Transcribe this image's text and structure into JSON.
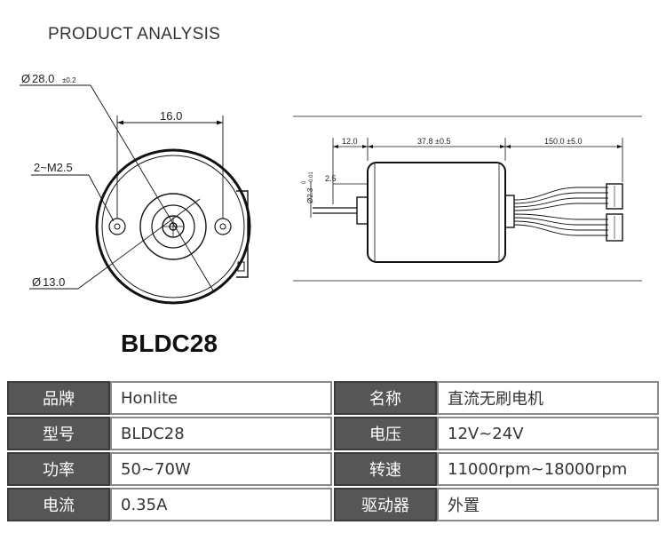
{
  "heading": "PRODUCT ANALYSIS",
  "model_title": "BLDC28",
  "front_view": {
    "dia_outer": "28.0",
    "dia_outer_tol": "±0.2",
    "screw": "2~M2.5",
    "spacing": "16.0",
    "dia_boss": "13.0",
    "dia_symbol": "Ø"
  },
  "side_view": {
    "dim_shaft_len": "12.0",
    "dim_body_len": "37.8 ±0.5",
    "dim_lead_len": "150.0 ±5.0",
    "dim_flange": "2.5",
    "dim_shaft_dia": "Ø2.3",
    "dim_shaft_tol_upper": "0",
    "dim_shaft_tol_lower": "-0.01"
  },
  "specs": {
    "rows": [
      {
        "label1": "品牌",
        "value1": "Honlite",
        "label2": "名称",
        "value2": "直流无刷电机"
      },
      {
        "label1": "型号",
        "value1": "BLDC28",
        "label2": "电压",
        "value2": "12V~24V"
      },
      {
        "label1": "功率",
        "value1": "50~70W",
        "label2": "转速",
        "value2": "11000rpm~18000rpm"
      },
      {
        "label1": "电流",
        "value1": "0.35A",
        "label2": "驱动器",
        "value2": "外置"
      }
    ]
  },
  "colors": {
    "label_bg": "#565656",
    "label_text": "#ffffff",
    "border": "#8a8a8a"
  }
}
